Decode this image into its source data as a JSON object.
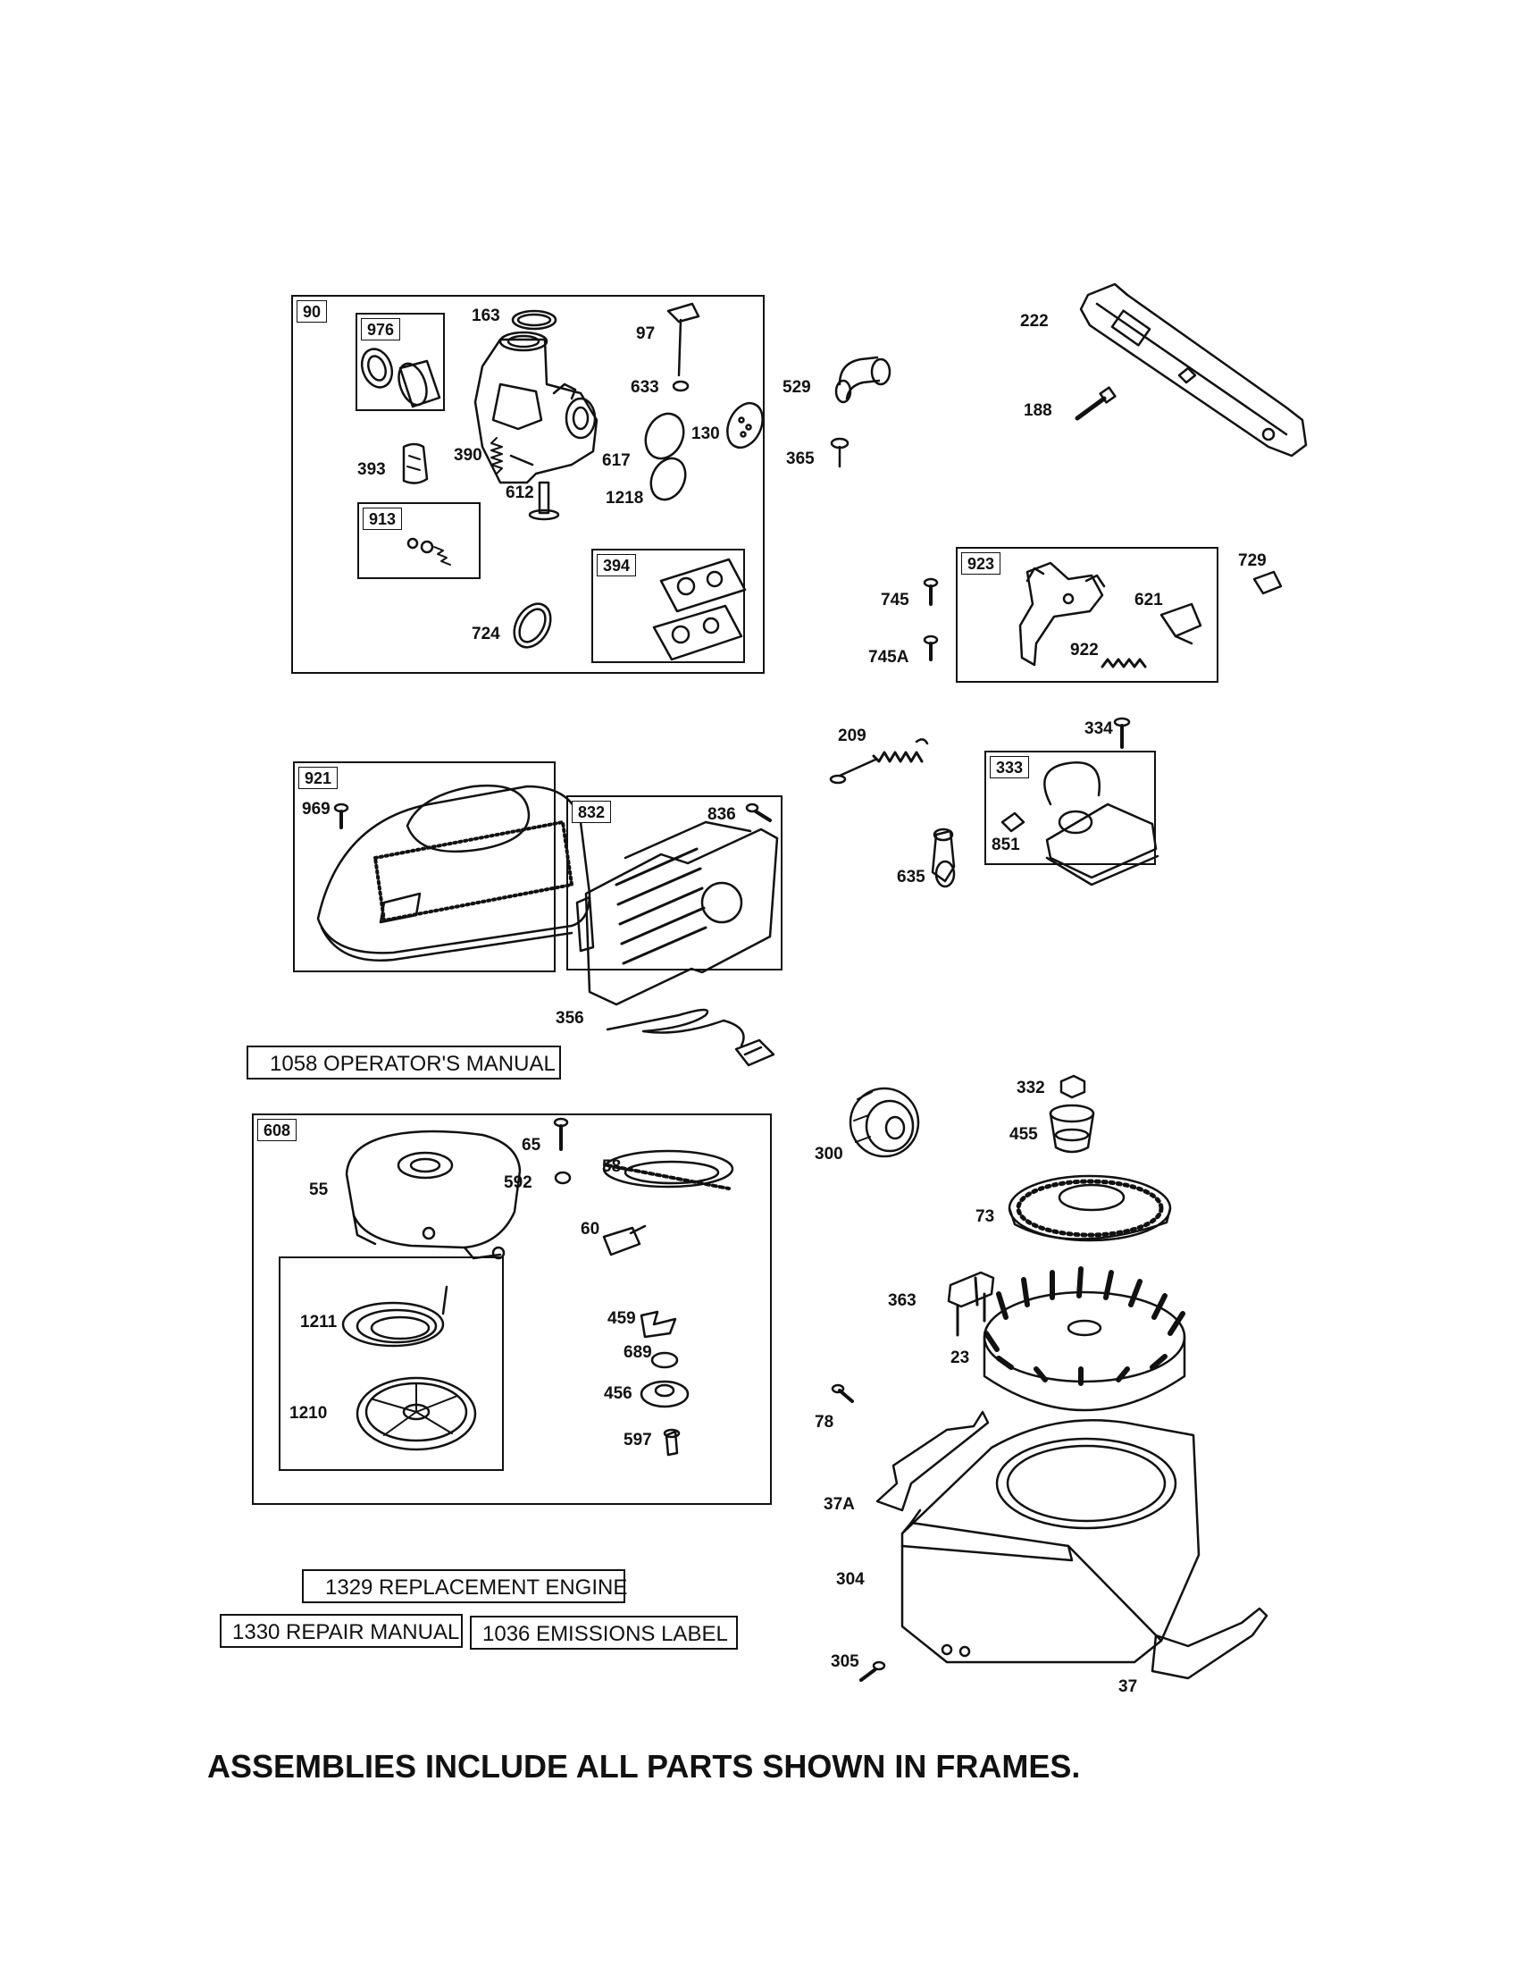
{
  "frames": {
    "carburetor": "90",
    "intake_elbow_kit": "976",
    "needle_kit": "913",
    "diaphragm_kit": "394",
    "governor_control": "923",
    "armature": "333",
    "air_cleaner": "921",
    "muffler": "832",
    "rewind_starter": "608"
  },
  "parts": {
    "p163": "163",
    "p97": "97",
    "p633": "633",
    "p130": "130",
    "p617": "617",
    "p1218": "1218",
    "p612": "612",
    "p390": "390",
    "p393": "393",
    "p724": "724",
    "p529": "529",
    "p365": "365",
    "p222": "222",
    "p188": "188",
    "p745": "745",
    "p745a": "745A",
    "p621": "621",
    "p922": "922",
    "p729": "729",
    "p209": "209",
    "p334": "334",
    "p851": "851",
    "p635": "635",
    "p969": "969",
    "p836": "836",
    "p356": "356",
    "p65": "65",
    "p592": "592",
    "p58": "58",
    "p55": "55",
    "p60": "60",
    "p1211": "1211",
    "p1210": "1210",
    "p459": "459",
    "p689": "689",
    "p456": "456",
    "p597": "597",
    "p300": "300",
    "p332": "332",
    "p455": "455",
    "p73": "73",
    "p363": "363",
    "p23": "23",
    "p78": "78",
    "p37a": "37A",
    "p304": "304",
    "p305": "305",
    "p37": "37"
  },
  "notes": {
    "operators_manual": "1058 OPERATOR'S MANUAL",
    "replacement_engine": "1329 REPLACEMENT ENGINE",
    "repair_manual": "1330 REPAIR MANUAL",
    "emissions_label": "1036 EMISSIONS LABEL"
  },
  "footer": "ASSEMBLIES INCLUDE ALL PARTS SHOWN IN FRAMES."
}
